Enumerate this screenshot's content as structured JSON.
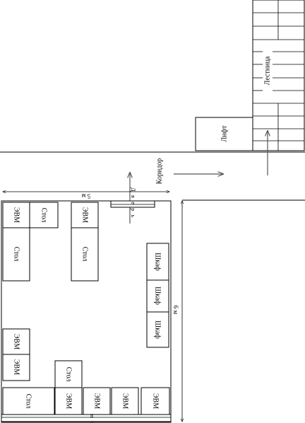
{
  "labels": {
    "stairs": "Лестница",
    "elevator": "Лифт",
    "corridor": "Коридор",
    "door": "Дверь",
    "window": "Окно",
    "width": "5 м",
    "height": "6 м"
  },
  "furniture": {
    "evm": "ЭВМ",
    "table": "Стол",
    "cabinet": "Шкаф"
  }
}
